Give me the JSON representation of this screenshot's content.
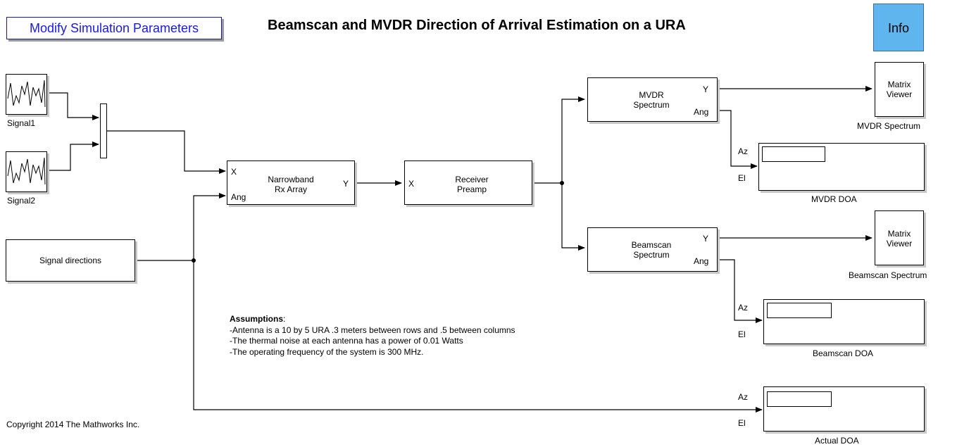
{
  "header": {
    "modify_button": "Modify Simulation Parameters",
    "title": "Beamscan and MVDR Direction of Arrival Estimation on a URA",
    "info_button": "Info"
  },
  "blocks": {
    "signal1": {
      "label": "Signal1"
    },
    "signal2": {
      "label": "Signal2"
    },
    "signal_directions": {
      "text": "Signal directions"
    },
    "narrowband": {
      "line1": "Narrowband",
      "line2": "Rx Array",
      "in1": "X",
      "in2": "Ang",
      "out": "Y"
    },
    "preamp": {
      "line1": "Receiver",
      "line2": "Preamp",
      "in": "X"
    },
    "mvdr_spectrum": {
      "line1": "MVDR",
      "line2": "Spectrum",
      "out1": "Y",
      "out2": "Ang"
    },
    "beamscan_spectrum": {
      "line1": "Beamscan",
      "line2": "Spectrum",
      "out1": "Y",
      "out2": "Ang"
    },
    "mvdr_viewer": {
      "line1": "Matrix",
      "line2": "Viewer",
      "label": "MVDR Spectrum"
    },
    "beamscan_viewer": {
      "line1": "Matrix",
      "line2": "Viewer",
      "label": "Beamscan Spectrum"
    },
    "mvdr_doa": {
      "in1": "Az",
      "in2": "El",
      "label": "MVDR DOA"
    },
    "beamscan_doa": {
      "in1": "Az",
      "in2": "El",
      "label": "Beamscan DOA"
    },
    "actual_doa": {
      "in1": "Az",
      "in2": "El",
      "label": "Actual DOA"
    }
  },
  "assumptions": {
    "heading": "Assumptions",
    "heading_suffix": ":",
    "lines": [
      "-Antenna is a 10 by 5 URA .3 meters  between rows and .5 between columns",
      "-The thermal noise at each antenna has  a power of 0.01 Watts",
      "-The operating frequency of the system is 300 MHz."
    ]
  },
  "footer": {
    "copyright": "Copyright 2014 The Mathworks Inc."
  }
}
